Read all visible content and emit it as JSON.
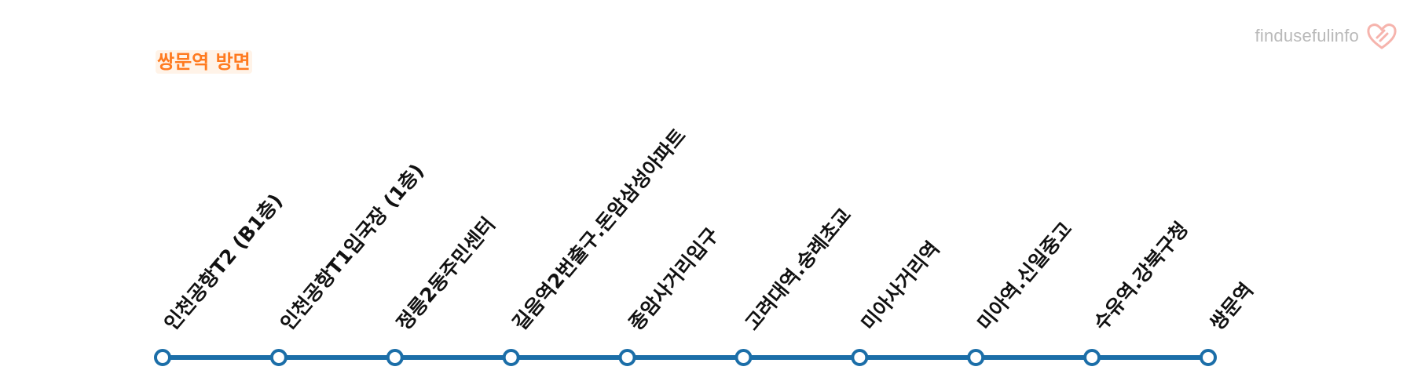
{
  "brand": {
    "watermark": "findusefulinfo",
    "watermark_color": "#b9b9b9",
    "logo_icon": "link-heart-icon",
    "logo_color": "#f6b4ad"
  },
  "direction": {
    "label": "쌍문역 방면",
    "color": "#ff7a1f"
  },
  "route": {
    "line_color": "#1b6ea8",
    "stops": [
      {
        "name": "인천공항T2 (B1층)"
      },
      {
        "name": "인천공항T1입국장 (1층)"
      },
      {
        "name": "정릉2동주민센터"
      },
      {
        "name": "길음역2번출구.돈암삼성아파트"
      },
      {
        "name": "종암사거리입구"
      },
      {
        "name": "고려대역.숭례초교"
      },
      {
        "name": "미아사거리역"
      },
      {
        "name": "미아역.신일중고"
      },
      {
        "name": "수유역.강북구청"
      },
      {
        "name": "쌍문역"
      }
    ]
  }
}
